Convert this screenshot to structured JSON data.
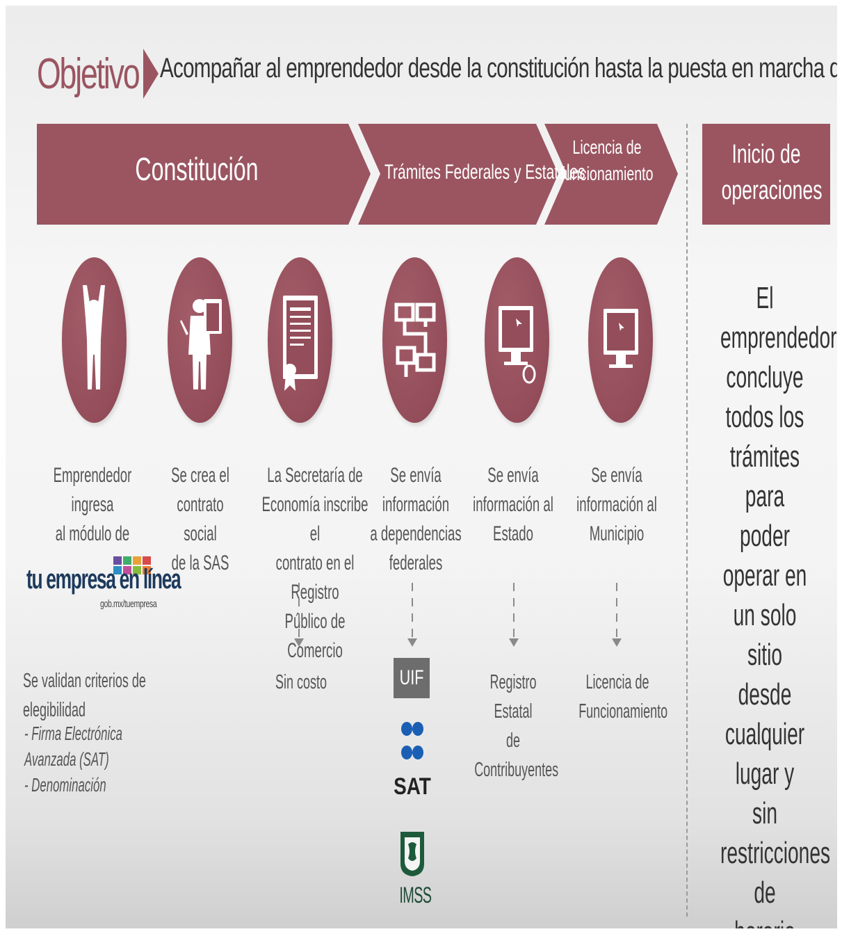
{
  "header": {
    "title_word": "Objetivo",
    "objective": "Acompañar al emprendedor desde la constitución hasta la puesta en marcha de su negocio:"
  },
  "phases": [
    {
      "label": "Constitución"
    },
    {
      "label": "Trámites Federales y Estatales"
    },
    {
      "label_line1": "Licencia de",
      "label_line2": "funcionamiento"
    },
    {
      "label_line1": "Inicio de",
      "label_line2": "operaciones"
    }
  ],
  "steps": [
    {
      "icon": "person-arms-up-icon",
      "text": "Emprendedor ingresa\nal módulo de"
    },
    {
      "icon": "person-clipboard-icon",
      "text": "Se crea el\ncontrato social\nde la SAS"
    },
    {
      "icon": "certificate-document-icon",
      "text": "La Secretaría de\nEconomía inscribe el\ncontrato en el Registro\nPúblico de Comercio"
    },
    {
      "icon": "network-computers-icon",
      "text": "Se envía información\na dependencias\nfederales"
    },
    {
      "icon": "monitor-mouse-icon",
      "text": "Se envía\ninformación al\nEstado"
    },
    {
      "icon": "monitor-icon",
      "text": "Se envía\ninformación al\nMunicipio"
    }
  ],
  "side_text": "El emprendedor\nconcluye todos los\ntrámites para poder\noperar en un solo\nsitio desde cualquier\nlugar y sin\nrestricciones de\nhorario",
  "tel_logo": {
    "main": "tu empresa en línea",
    "sub": "gob.mx/tuempresa"
  },
  "results": {
    "eligibility": "Se validan criterios de elegibilidad",
    "criteria": "- Firma Electrónica Avanzada (SAT)\n- Denominación",
    "cost": "Sin costo",
    "state_registry": "Registro Estatal\nde\nContribuyentes",
    "license": "Licencia de\nFuncionamiento"
  },
  "agencies": {
    "uif": "UIF",
    "sat": "SAT",
    "imss": "IMSS"
  },
  "colors": {
    "accent": "#9a5561",
    "accent_dark": "#87424f",
    "text": "#555555",
    "dashed": "#9a9a9a"
  }
}
